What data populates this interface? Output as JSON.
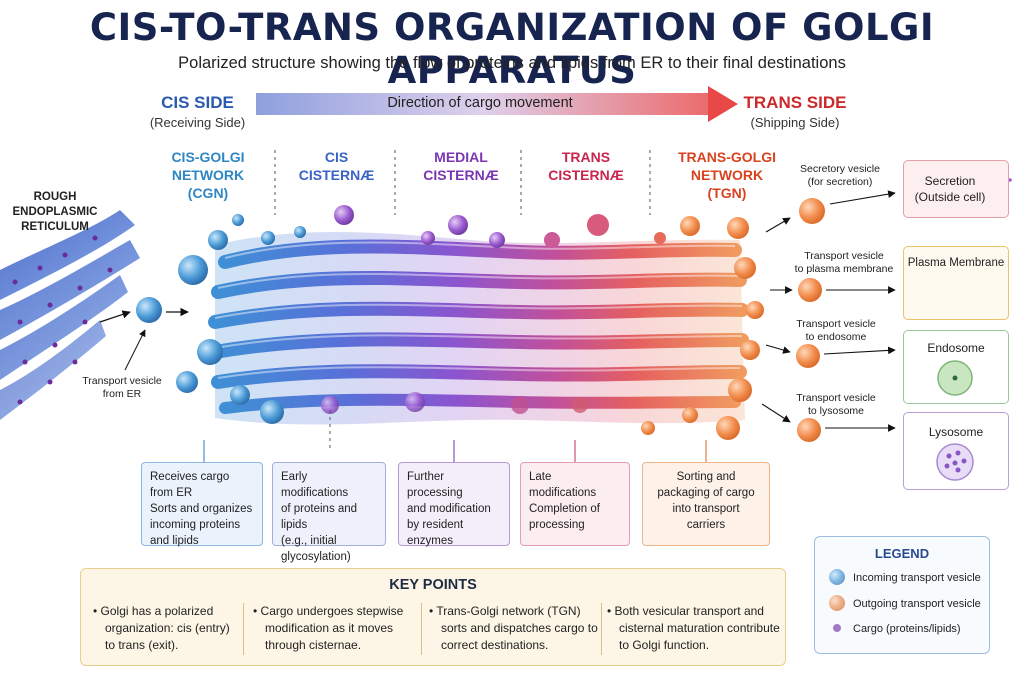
{
  "title": "CIS-TO-TRANS ORGANIZATION OF GOLGI APPARATUS",
  "subtitle": "Polarized structure showing the flow of proteins and lipids from ER to their final destinations",
  "cis_side": {
    "title": "CIS SIDE",
    "sub": "(Receiving Side)"
  },
  "trans_side": {
    "title": "TRANS SIDE",
    "sub": "(Shipping Side)"
  },
  "direction_label": "Direction of cargo movement",
  "er_label": [
    "ROUGH",
    "ENDOPLASMIC",
    "RETICULUM"
  ],
  "er_vesicle_label": [
    "Transport vesicle",
    "from ER"
  ],
  "regions": [
    {
      "lines": [
        "CIS-GOLGI",
        "NETWORK",
        "(CGN)"
      ],
      "color": "#2f86c4"
    },
    {
      "lines": [
        "CIS",
        "CISTERNÆ"
      ],
      "color": "#3a63c6"
    },
    {
      "lines": [
        "MEDIAL",
        "CISTERNÆ"
      ],
      "color": "#7b36b0"
    },
    {
      "lines": [
        "TRANS",
        "CISTERNÆ"
      ],
      "color": "#c8264f"
    },
    {
      "lines": [
        "TRANS-GOLGI",
        "NETWORK",
        "(TGN)"
      ],
      "color": "#d8431f"
    }
  ],
  "region_boxes": [
    {
      "lines": [
        "Receives cargo from ER",
        "Sorts and organizes",
        "incoming proteins",
        "and lipids"
      ]
    },
    {
      "lines": [
        "Early modifications",
        "of proteins and lipids",
        "(e.g., initial",
        "glycosylation)"
      ]
    },
    {
      "lines": [
        "Further processing",
        "and modification",
        "by resident",
        "enzymes"
      ]
    },
    {
      "lines": [
        "Late modifications",
        "Completion of",
        "processing"
      ]
    },
    {
      "lines": [
        "Sorting and",
        "packaging of cargo",
        "into transport",
        "carriers"
      ]
    }
  ],
  "vesicle_labels": [
    {
      "lines": [
        "Secretory vesicle",
        "(for secretion)"
      ]
    },
    {
      "lines": [
        "Transport vesicle",
        "to plasma membrane"
      ]
    },
    {
      "lines": [
        "Transport vesicle",
        "to endosome"
      ]
    },
    {
      "lines": [
        "Transport vesicle",
        "to lysosome"
      ]
    }
  ],
  "destinations": [
    {
      "lines": [
        "Secretion",
        "(Outside cell)"
      ],
      "border": "#e4a0a8",
      "bg": "#fdeef0"
    },
    {
      "lines": [
        "Plasma Membrane"
      ],
      "border": "#e8c36a",
      "bg": "#fffaf0"
    },
    {
      "lines": [
        "Endosome"
      ],
      "border": "#9cc79a",
      "bg": "#f2f8ef"
    },
    {
      "lines": [
        "Lysosome"
      ],
      "border": "#b7a0d8",
      "bg": "#f5f0fc"
    }
  ],
  "key_points": {
    "title": "KEY POINTS",
    "items": [
      {
        "lines": [
          "Golgi has a polarized",
          "organization: cis (entry)",
          "to trans (exit)."
        ]
      },
      {
        "lines": [
          "Cargo undergoes stepwise",
          "modification as it moves",
          "through cisternae."
        ]
      },
      {
        "lines": [
          "Trans-Golgi network (TGN)",
          "sorts and dispatches cargo to",
          "correct destinations."
        ]
      },
      {
        "lines": [
          "Both vesicular transport and",
          "cisternal maturation contribute",
          "to Golgi function."
        ]
      }
    ]
  },
  "legend": {
    "title": "LEGEND",
    "items": [
      {
        "label": "Incoming transport vesicle"
      },
      {
        "label": "Outgoing transport vesicle"
      },
      {
        "label": "Cargo (proteins/lipids)"
      }
    ]
  }
}
